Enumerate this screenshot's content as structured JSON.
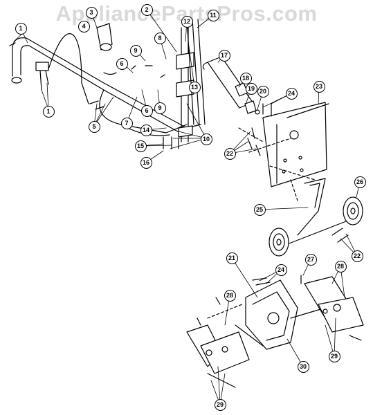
{
  "watermark": "AppliancePartsPros.com",
  "callouts": [
    "1",
    "1",
    "2",
    "3",
    "4",
    "5",
    "6",
    "6",
    "7",
    "8",
    "9",
    "9",
    "10",
    "11",
    "12",
    "13",
    "14",
    "15",
    "16",
    "17",
    "18",
    "19",
    "20",
    "21",
    "22",
    "22",
    "23",
    "24",
    "24",
    "25",
    "26",
    "27",
    "28",
    "28",
    "29",
    "29",
    "30"
  ]
}
